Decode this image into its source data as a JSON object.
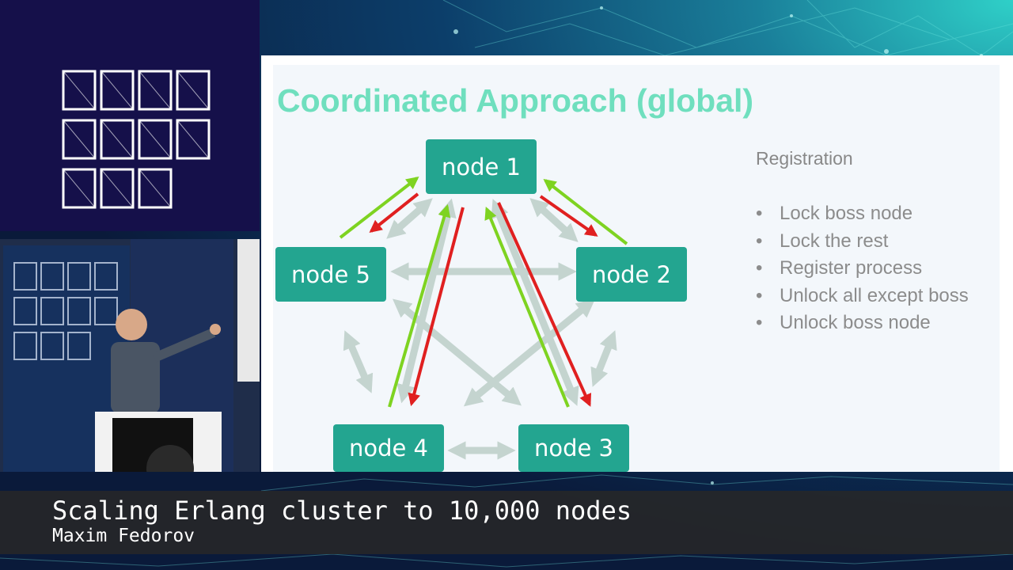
{
  "conference": {
    "logo_lines": [
      "CODE",
      "MESH",
      "LDN"
    ]
  },
  "slide": {
    "title": "Coordinated Approach (global)",
    "nodes": [
      {
        "label": "node 1"
      },
      {
        "label": "node 2"
      },
      {
        "label": "node 3"
      },
      {
        "label": "node 4"
      },
      {
        "label": "node 5"
      }
    ],
    "registration_title": "Registration",
    "steps": [
      "Lock boss node",
      "Lock the rest",
      "Register process",
      "Unlock all except boss",
      "Unlock boss node"
    ],
    "colors": {
      "title": "#6fdfbe",
      "node_fill": "#23a590",
      "lock_arrow": "#e02020",
      "ack_arrow": "#7ed321",
      "link_arrow": "#c4d4cf"
    }
  },
  "video_caption": {
    "title": "Scaling Erlang cluster to 10,000 nodes",
    "speaker": "Maxim Fedorov"
  }
}
